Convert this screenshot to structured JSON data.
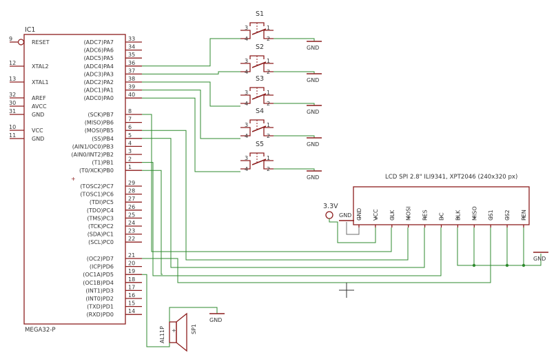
{
  "ic": {
    "name": "IC1",
    "part": "MEGA32-P",
    "left_pins": [
      {
        "num": "9",
        "label": "RESET"
      },
      {
        "num": "12",
        "label": "XTAL2"
      },
      {
        "num": "13",
        "label": "XTAL1"
      },
      {
        "num": "32",
        "label": "AREF"
      },
      {
        "num": "30",
        "label": "AVCC"
      },
      {
        "num": "31",
        "label": "GND"
      },
      {
        "num": "10",
        "label": "VCC"
      },
      {
        "num": "11",
        "label": "GND"
      }
    ],
    "right_pins": [
      {
        "num": "33",
        "label": "(ADC7)PA7"
      },
      {
        "num": "34",
        "label": "(ADC6)PA6"
      },
      {
        "num": "35",
        "label": "(ADC5)PA5"
      },
      {
        "num": "36",
        "label": "(ADC4)PA4"
      },
      {
        "num": "37",
        "label": "(ADC3)PA3"
      },
      {
        "num": "38",
        "label": "(ADC2)PA2"
      },
      {
        "num": "39",
        "label": "(ADC1)PA1"
      },
      {
        "num": "40",
        "label": "(ADC0)PA0"
      },
      {
        "num": "8",
        "label": "(SCK)PB7"
      },
      {
        "num": "7",
        "label": "(MISO)PB6"
      },
      {
        "num": "6",
        "label": "(MOSI)PB5"
      },
      {
        "num": "5",
        "label": "(SS)PB4"
      },
      {
        "num": "4",
        "label": "(AIN1/OC0)PB3"
      },
      {
        "num": "3",
        "label": "(AIN0/INT2)PB2"
      },
      {
        "num": "2",
        "label": "(T1)PB1"
      },
      {
        "num": "1",
        "label": "(T0/XCK)PB0"
      },
      {
        "num": "29",
        "label": "(TOSC2)PC7"
      },
      {
        "num": "28",
        "label": "(TOSC1)PC6"
      },
      {
        "num": "27",
        "label": "(TDI)PC5"
      },
      {
        "num": "26",
        "label": "(TDO)PC4"
      },
      {
        "num": "25",
        "label": "(TMS)PC3"
      },
      {
        "num": "24",
        "label": "(TCK)PC2"
      },
      {
        "num": "23",
        "label": "(SDA)PC1"
      },
      {
        "num": "22",
        "label": "(SCL)PC0"
      },
      {
        "num": "21",
        "label": "(OC2)PD7"
      },
      {
        "num": "20",
        "label": "(ICP)PD6"
      },
      {
        "num": "19",
        "label": "(OC1A)PD5"
      },
      {
        "num": "18",
        "label": "(OC1B)PD4"
      },
      {
        "num": "17",
        "label": "(INT1)PD3"
      },
      {
        "num": "16",
        "label": "(INT0)PD2"
      },
      {
        "num": "15",
        "label": "(TXD)PD1"
      },
      {
        "num": "14",
        "label": "(RXD)PD0"
      }
    ]
  },
  "switches": [
    "S1",
    "S2",
    "S3",
    "S4",
    "S5"
  ],
  "switch_pins": {
    "p1": "1",
    "p2": "2",
    "p3": "3",
    "p4": "4"
  },
  "gnd_label": "GND",
  "lcd": {
    "title": "LCD SPI 2.8\" ILI9341, XPT2046 (240x320 px)",
    "pins": [
      "GND",
      "VCC",
      "CLK",
      "MOSI",
      "RES",
      "DC",
      "BLK",
      "MISO",
      "CS1",
      "CS2",
      "PEN"
    ]
  },
  "supply_label": "3.3V",
  "speaker": {
    "name": "SP1",
    "part": "AL11P",
    "plus": "+"
  }
}
